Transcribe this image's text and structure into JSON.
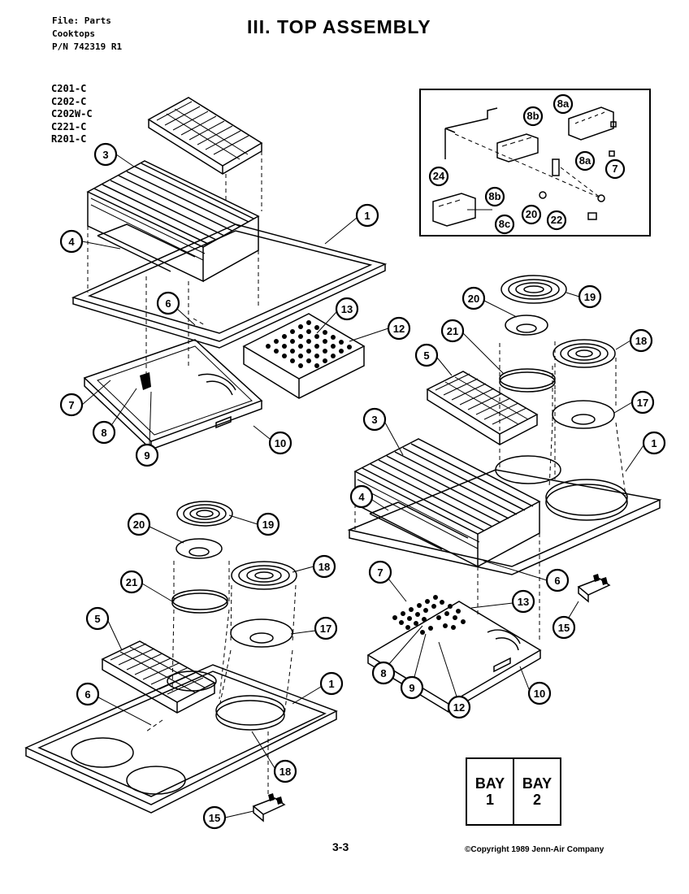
{
  "header": {
    "file_line": "File: Parts",
    "category_line": "Cooktops",
    "pn_line": "P/N 742319 R1"
  },
  "title": "III. TOP ASSEMBLY",
  "models": [
    "C201-C",
    "C202-C",
    "C202W-C",
    "C221-C",
    "R201-C"
  ],
  "callouts": {
    "inset": [
      "8a",
      "8b",
      "24",
      "7",
      "8a",
      "8b",
      "20",
      "22",
      "8c"
    ],
    "top_left": [
      "3",
      "1",
      "4",
      "6",
      "13",
      "12",
      "7",
      "8",
      "9",
      "10"
    ],
    "right": [
      "20",
      "19",
      "21",
      "18",
      "5",
      "17",
      "3",
      "1",
      "4",
      "6",
      "7",
      "13",
      "15",
      "8",
      "9",
      "12",
      "10"
    ],
    "bottom_left": [
      "20",
      "19",
      "21",
      "18",
      "5",
      "17",
      "6",
      "1",
      "18",
      "15"
    ]
  },
  "bay_box": {
    "bay1_word": "BAY",
    "bay1_num": "1",
    "bay2_word": "BAY",
    "bay2_num": "2"
  },
  "page_number": "3-3",
  "copyright": "©Copyright 1989 Jenn-Air Company"
}
